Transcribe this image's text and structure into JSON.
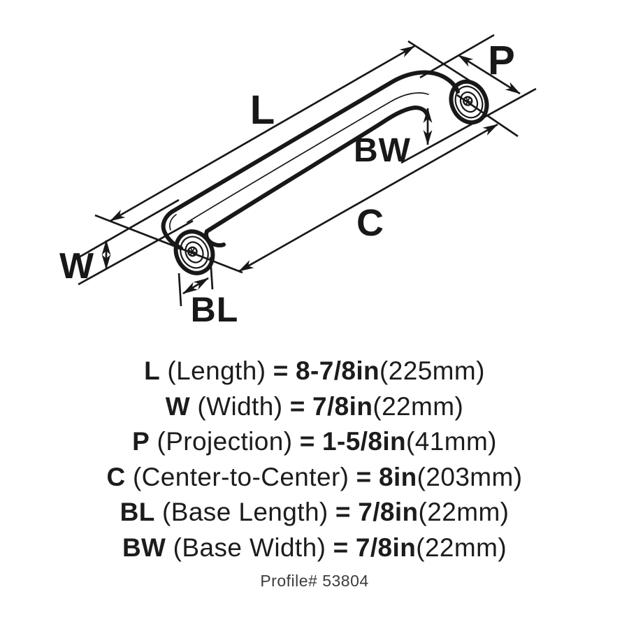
{
  "diagram": {
    "labels": {
      "length": "L",
      "projection": "P",
      "base_width": "BW",
      "center_to_center": "C",
      "width": "W",
      "base_length": "BL"
    }
  },
  "legend": {
    "rows": [
      {
        "code": "L",
        "name": "(Length)",
        "equals": "=",
        "value": "8-7/8in",
        "metric": "(225mm)"
      },
      {
        "code": "W",
        "name": "(Width)",
        "equals": "=",
        "value": "7/8in",
        "metric": "(22mm)"
      },
      {
        "code": "P",
        "name": "(Projection)",
        "equals": "=",
        "value": "1-5/8in",
        "metric": "(41mm)"
      },
      {
        "code": "C",
        "name": "(Center-to-Center)",
        "equals": "=",
        "value": "8in",
        "metric": "(203mm)"
      },
      {
        "code": "BL",
        "name": "(Base Length)",
        "equals": "=",
        "value": "7/8in",
        "metric": "(22mm)"
      },
      {
        "code": "BW",
        "name": "(Base Width)",
        "equals": "=",
        "value": "7/8in",
        "metric": "(22mm)"
      }
    ],
    "profile": "Profile# 53804"
  },
  "colors": {
    "ink": "#181818",
    "muted": "#3c3c3c",
    "background": "#ffffff"
  }
}
